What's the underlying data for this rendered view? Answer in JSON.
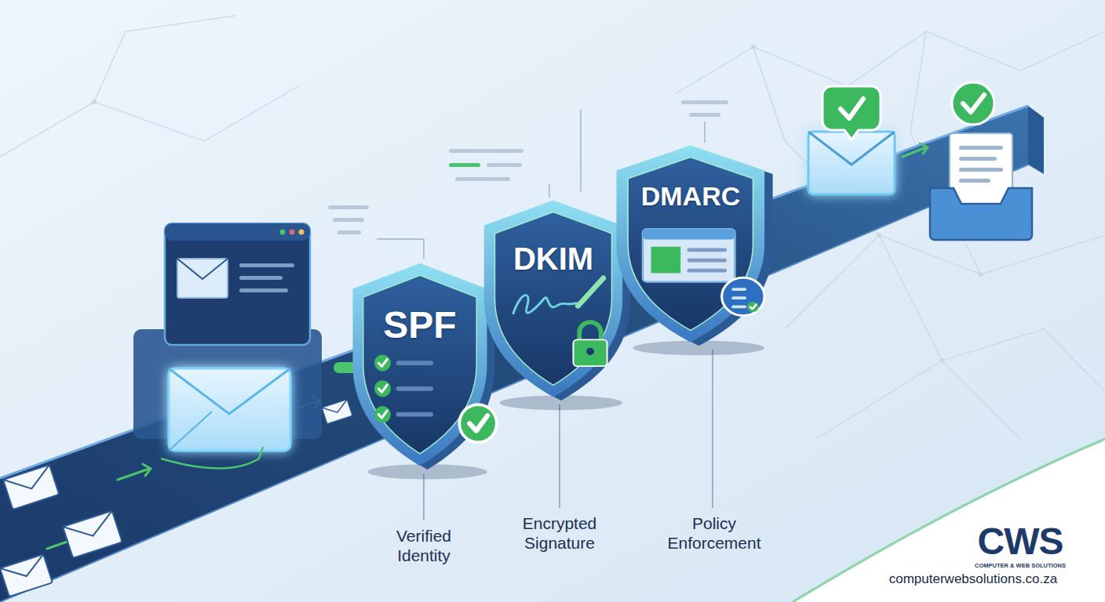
{
  "diagram": {
    "nodes": [
      {
        "text": [
          "SPF"
        ]
      },
      {
        "text": [
          "DKIM"
        ]
      },
      {
        "text": [
          "DMARC"
        ]
      }
    ],
    "labels": [
      "Verified Identity",
      "Encrypted Signature",
      "Policy Enforcement",
      "CWS",
      "COMPUTER & WEB SOLUTIONS",
      "computerwebsolutions.co.za"
    ]
  }
}
